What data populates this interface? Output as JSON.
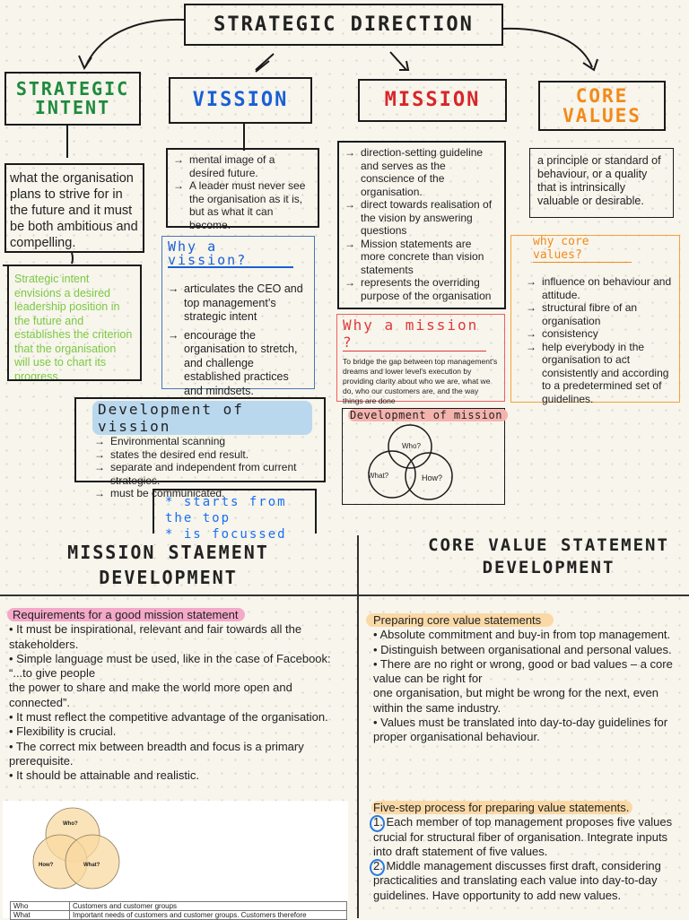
{
  "title": "STRATEGIC DIRECTION",
  "headers": {
    "strategic_intent": "STRATEGIC INTENT",
    "vision": "VISSION",
    "mission": "MISSION",
    "core_values": "CORE VALUES"
  },
  "colors": {
    "strategic_intent": "#1e8a3c",
    "vision": "#1a5fd6",
    "mission": "#d8262a",
    "core_values": "#f28a1a",
    "green_text": "#7bc843",
    "pink_highlight": "#f5a9c9",
    "orange_highlight": "#fbd9a6",
    "blue_highlight": "#b9d8ee"
  },
  "strategic_intent": {
    "definition": "what the organisation plans to strive for in the future and it must be both ambitious and compelling.",
    "note": "Strategic intent envisions a desired leadership position in the future and establishes the criterion that the organisation will use to chart its progress."
  },
  "vision": {
    "definition": [
      "mental image of a desired future.",
      "A leader must never see the organisation as it is, but as what it can become."
    ],
    "why_title": "Why a vission?",
    "why_items": [
      "articulates the CEO and top management’s strategic intent",
      "encourage the organisation to stretch, and challenge established practices and mindsets."
    ],
    "development_title": "Development of vission",
    "development_items": [
      "Environmental scanning",
      "states the desired end result.",
      "separate and independent from current strategies.",
      "must be communicated."
    ],
    "notes": [
      "* starts from the top",
      "* is focussed"
    ]
  },
  "mission": {
    "definition": [
      "direction-setting guideline and serves as the conscience of the organisation.",
      "direct towards realisation of the vision by answering questions",
      "Mission statements are more concrete than vision statements",
      "represents the overriding purpose of the organisation"
    ],
    "why_title": "Why a mission ?",
    "why_text": "To bridge the gap between top management's dreams and lower level's execution by providing clarity about who we are, what we do, who our customers are, and the way things are done",
    "development_title": "Development of mission",
    "venn": [
      "Who?",
      "What?",
      "How?"
    ]
  },
  "core_values": {
    "definition": "a principle or standard of behaviour, or a quality that is intrinsically valuable or desirable.",
    "why_title": "why core values?",
    "why_items": [
      "influence on behaviour and attitude.",
      "structural fibre of an organisation",
      "consistency",
      "help everybody in the organisation to act consistently and according to a predetermined set of guidelines."
    ]
  },
  "mission_statement_dev": {
    "heading": "MISSION STAEMENT DEVELOPMENT",
    "req_title": "Requirements for a good mission statement",
    "lines": [
      "• It must be inspirational, relevant and fair towards all the stakeholders.",
      "• Simple language must be used, like in the case of Facebook: “...to give people",
      "the power to share and make the world more open and connected”.",
      "• It must reflect the competitive advantage of the organisation.",
      "• Flexibility is crucial.",
      "• The correct mix between breadth and focus is a primary prerequisite.",
      "• It should be attainable and realistic."
    ],
    "venn": [
      "Who?",
      "How?",
      "What?"
    ],
    "table": [
      [
        "Who",
        "Customers and customer groups"
      ],
      [
        "What",
        "Important needs of customers and customer groups. Customers therefore"
      ]
    ]
  },
  "core_value_dev": {
    "heading": "CORE VALUE STATEMENT DEVELOPMENT",
    "prep_title": "Preparing core value statements",
    "lines": [
      "• Absolute commitment and buy-in from top management.",
      "• Distinguish between organisational and personal values.",
      "• There are no right or wrong, good or bad values – a core value can be right for",
      "one organisation, but might be wrong for the next, even within the same industry.",
      "• Values must be translated into day-to-day guidelines for proper organisational behaviour."
    ],
    "five_title": "Five-step process for preparing value statements.",
    "steps": [
      "1. Each member of top management proposes five values crucial for structural fiber of organisation. Integrate inputs into draft statement of five values.",
      "2. Middle management discusses first draft, considering practicalities and translating each value into day-to-day guidelines. Have opportunity to add new values."
    ]
  }
}
